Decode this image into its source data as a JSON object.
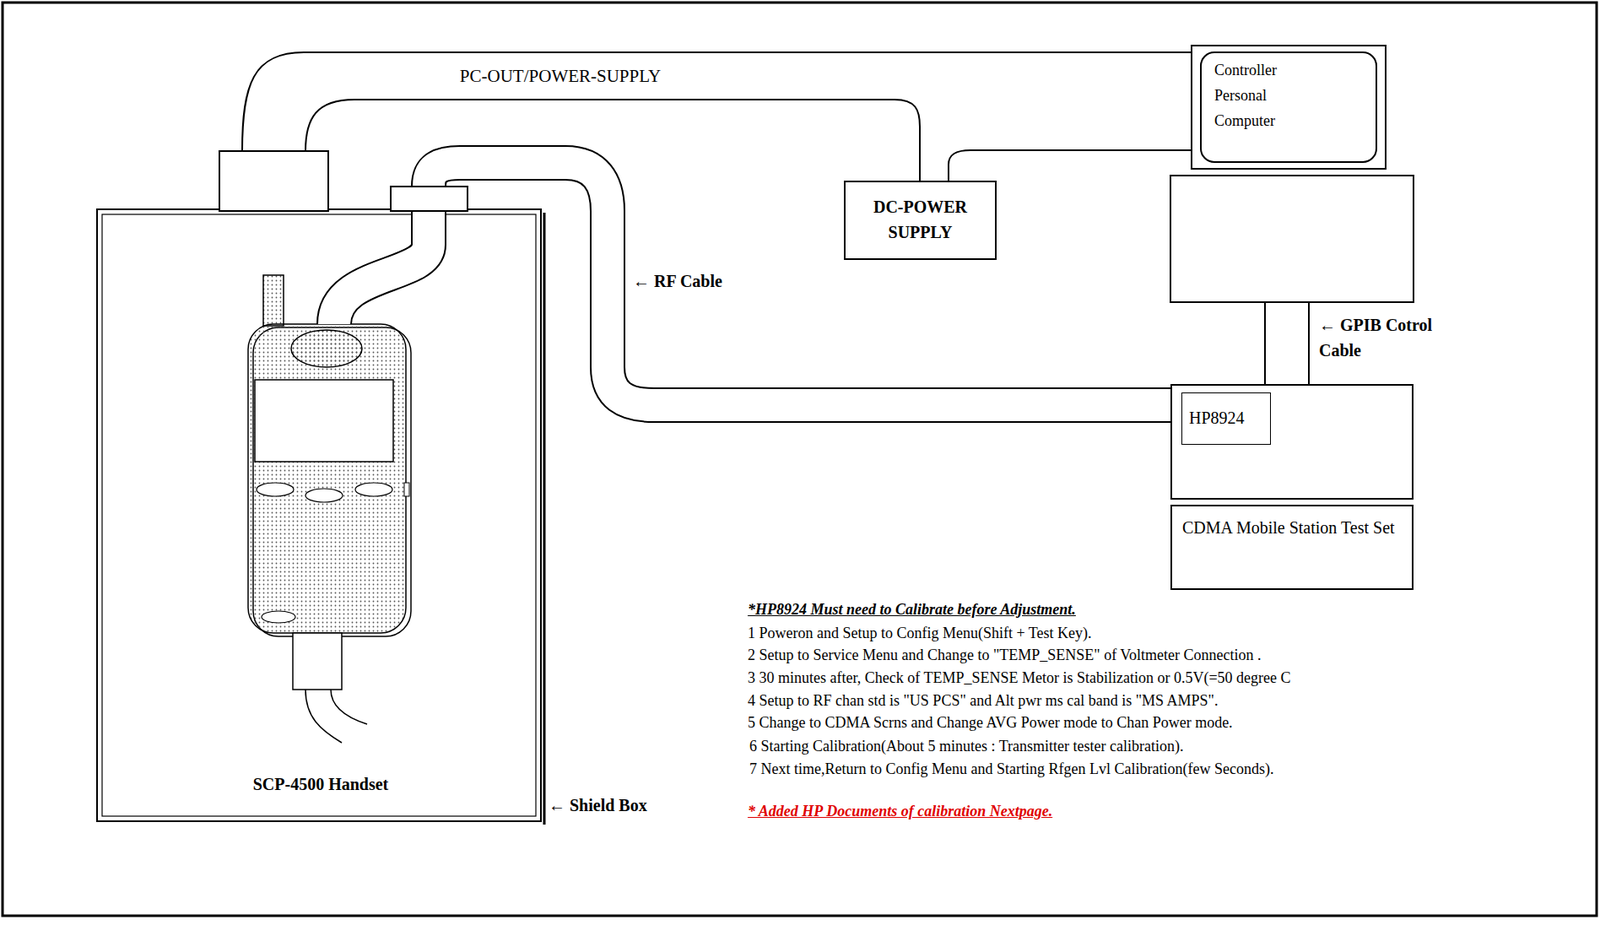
{
  "diagram": {
    "nodes": [
      {
        "text": [
          "← Shield Box"
        ]
      },
      {
        "text": [
          "SCP-4500 Handset"
        ],
        "in": 0
      },
      {
        "text": [
          "DC-POWER SUPPLY"
        ]
      },
      {
        "text": [
          "Controller Personal Computer"
        ]
      },
      {
        "text": [
          "HP8924"
        ]
      },
      {
        "text": [
          "CDMA Mobile Station Test Set"
        ]
      }
    ],
    "edges": [
      {
        "from": 0,
        "to": 3,
        "label": "PC-OUT/POWER-SUPPLY",
        "arrow": "none"
      },
      {
        "from": 0,
        "to": 2,
        "arrow": "none"
      },
      {
        "from": 1,
        "to": 4,
        "label": "← RF Cable",
        "arrow": "none"
      },
      {
        "from": 3,
        "to": 4,
        "label": "← GPIB Cotrol Cable",
        "arrow": "none"
      }
    ],
    "labels": [
      "*HP8924 Must need to Calibrate before Adjustment.",
      "1 Poweron and Setup to Config Menu(Shift + Test Key).",
      "2 Setup to Service Menu and Change to \"TEMP_SENSE\" of Voltmeter Connection .",
      "3 30 minutes after, Check of TEMP_SENSE Metor is Stabilization or 0.5V(=50 degree C",
      "4 Setup to RF chan std is \"US PCS\" and Alt pwr ms cal band is \"MS AMPS\".",
      "5 Change to CDMA Scrns and Change AVG Power mode to Chan Power mode.",
      "6  Starting Calibration(About 5 minutes : Transmitter tester calibration).",
      "7  Next time,Return to Config Menu and Starting Rfgen Lvl Calibration(few Seconds).",
      "* Added HP Documents of calibration Nextpage."
    ]
  }
}
